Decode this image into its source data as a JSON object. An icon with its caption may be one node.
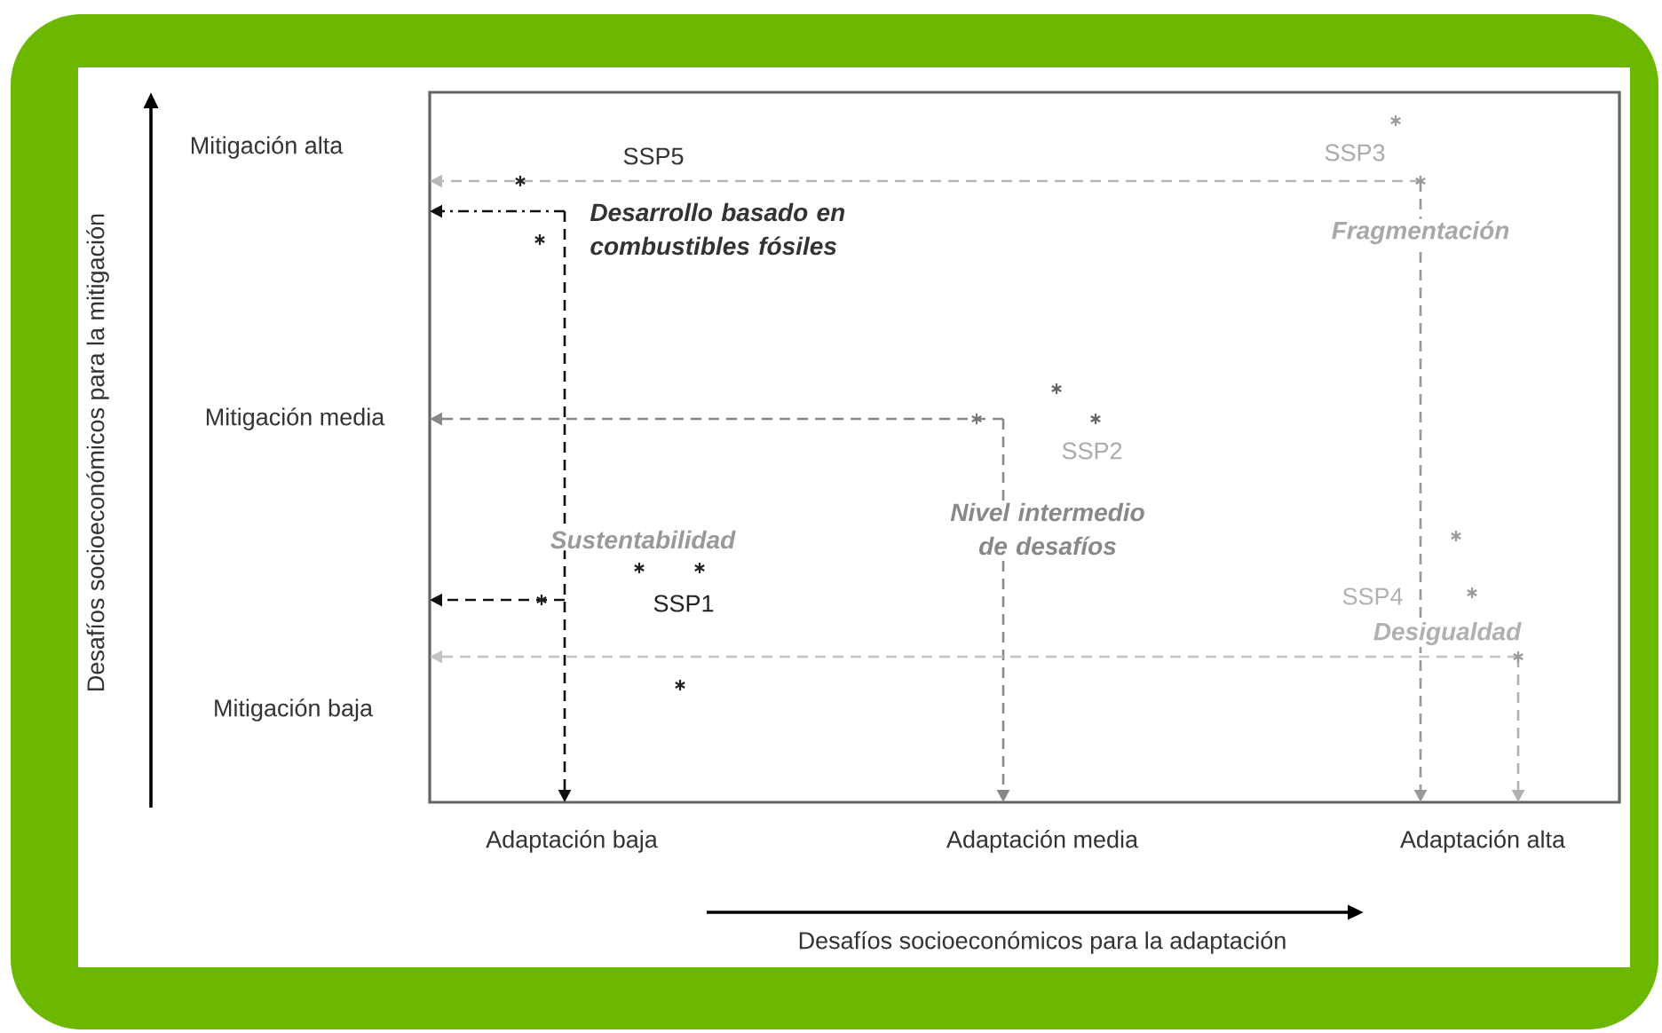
{
  "diagram": {
    "labels": [
      "Mitigación alta",
      "SSP5",
      "SSP3",
      "Desarrollo basado en combustibles fósiles",
      "Fragmentación",
      "Mitigación media",
      "SSP2",
      "Sustentabilidad",
      "Nivel intermedio de desafíos",
      "SSP1",
      "SSP4",
      "Desigualdad",
      "Mitigación baja",
      "Adaptación baja",
      "Adaptación media",
      "Adaptación alta",
      "Desafíos socioeconómicos para la adaptación",
      "Desafíos socioeconómicos para la mitigación"
    ]
  }
}
